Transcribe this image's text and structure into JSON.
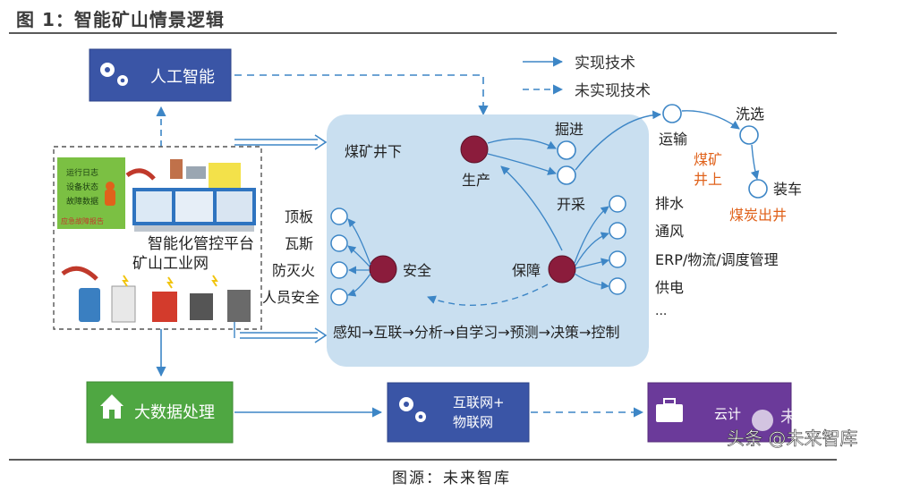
{
  "title": "图 1：智能矿山情景逻辑",
  "source": "图源：未来智库",
  "legend": {
    "realized": "实现技术",
    "unrealized": "未实现技术"
  },
  "boxes": {
    "ai": "人工智能",
    "big_data": "大数据处理",
    "iot_line1": "互联网+",
    "iot_line2": "物联网",
    "cloud": "云计"
  },
  "left_panel": {
    "platform": "智能化管控平台",
    "network": "矿山工业网",
    "screen_items": [
      "运行日志",
      "设备状态",
      "故障数据"
    ],
    "screen_footer": "应急故障报告"
  },
  "center": {
    "region": "煤矿井下",
    "production": "生产",
    "safety": "安全",
    "support": "保障",
    "tunneling": "掘进",
    "mining": "开采",
    "safety_items": [
      "顶板",
      "瓦斯",
      "防灭火",
      "人员安全"
    ],
    "chain": "感知→互联→分析→自学习→预测→决策→控制"
  },
  "support_items": [
    "排水",
    "通风",
    "ERP/物流/调度管理",
    "供电",
    "···"
  ],
  "surface": {
    "transport": "运输",
    "washing": "洗选",
    "loading": "装车",
    "above_ground": [
      "煤矿",
      "井上"
    ],
    "coal_out": "煤炭出井"
  },
  "watermark": {
    "faded": "未来智库",
    "main": "头条 @未来智库"
  },
  "colors": {
    "box_blue": "#3a55a6",
    "box_green": "#4fa742",
    "box_purple": "#6b3a9a",
    "center_bg": "#c9dff0",
    "node_red": "#8b1c3c",
    "accent_orange": "#e0621b",
    "line_blue": "#3d86c6"
  }
}
